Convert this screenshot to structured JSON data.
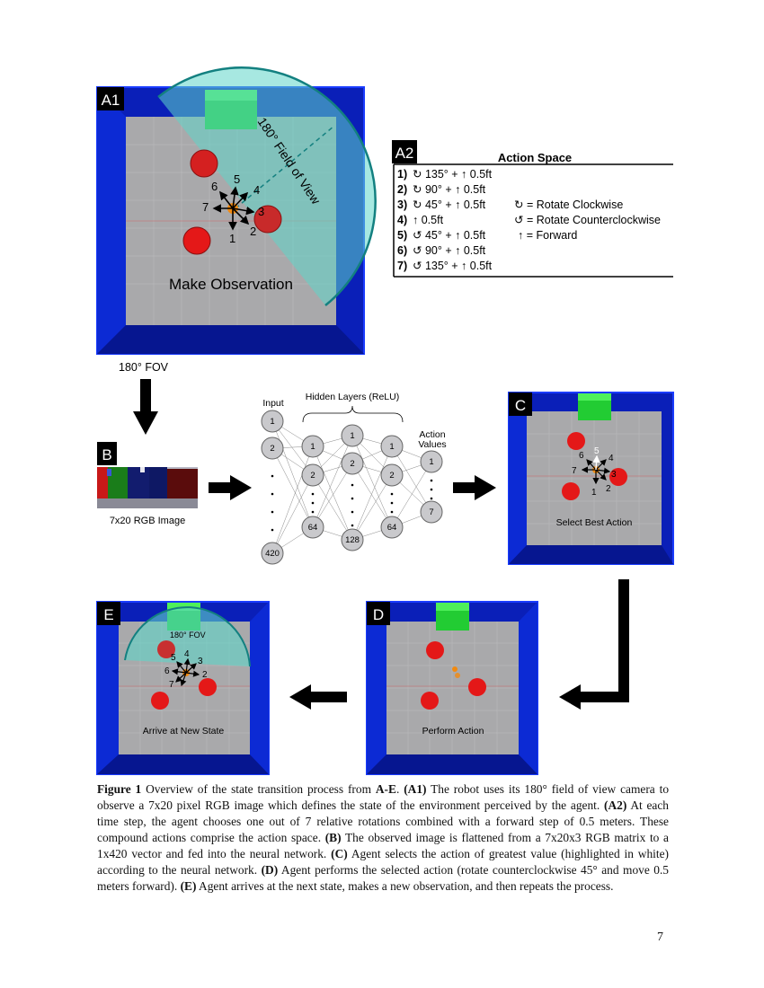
{
  "panels": {
    "a1": {
      "tag": "A1",
      "fov_label": "180° Field of View",
      "caption": "Make Observation",
      "action_numbers": [
        "1",
        "2",
        "3",
        "4",
        "5",
        "6",
        "7"
      ]
    },
    "a2": {
      "tag": "A2",
      "title": "Action Space",
      "actions": [
        {
          "num": "1)",
          "text": "↻ 135° + ↑ 0.5ft"
        },
        {
          "num": "2)",
          "text": "↻ 90° + ↑ 0.5ft"
        },
        {
          "num": "3)",
          "text": "↻ 45° + ↑ 0.5ft"
        },
        {
          "num": "4)",
          "text": "↑ 0.5ft"
        },
        {
          "num": "5)",
          "text": "↺ 45° + ↑ 0.5ft"
        },
        {
          "num": "6)",
          "text": "↺ 90° + ↑ 0.5ft"
        },
        {
          "num": "7)",
          "text": "↺ 135° + ↑ 0.5ft"
        }
      ],
      "legend": [
        "↻ = Rotate Clockwise",
        "↺ = Rotate Counterclockwise",
        "↑ = Forward"
      ]
    },
    "fov_arrow_label": "180° FOV",
    "b": {
      "tag": "B",
      "caption": "7x20 RGB Image"
    },
    "nn": {
      "input_label": "Input",
      "hidden_label": "Hidden Layers (ReLU)",
      "output_label_1": "Action",
      "output_label_2": "Values",
      "input_nodes": [
        "1",
        "2",
        "420"
      ],
      "hidden1_nodes": [
        "1",
        "2",
        "64"
      ],
      "hidden2_nodes": [
        "1",
        "2",
        "128"
      ],
      "hidden3_nodes": [
        "1",
        "2",
        "64"
      ],
      "output_nodes": [
        "1",
        "7"
      ]
    },
    "c": {
      "tag": "C",
      "caption": "Select Best Action"
    },
    "d": {
      "tag": "D",
      "caption": "Perform Action"
    },
    "e": {
      "tag": "E",
      "caption": "Arrive at New State",
      "fov_label": "180° FOV"
    }
  },
  "caption": {
    "fig_label": "Figure 1",
    "t1": " Overview of the state transition process from ",
    "ae": "A-E",
    "t2": ". ",
    "a1": "(A1)",
    "t3": " The robot uses its 180° field of view camera to observe a 7x20 pixel RGB image which defines the state of the environment perceived by the agent. ",
    "a2": "(A2)",
    "t4": " At each time step, the agent chooses one out of 7 relative rotations combined with a forward step of 0.5 meters. These compound actions comprise the action space. ",
    "b": "(B)",
    "t5": " The observed image is flattened from a 7x20x3 RGB matrix to a 1x420 vector and fed into the neural network. ",
    "c": "(C)",
    "t6": " Agent selects the action of greatest value (highlighted in white) according to the neural network. ",
    "d": "(D)",
    "t7": " Agent performs the selected action (rotate counterclockwise 45° and move 0.5 meters forward). ",
    "e": "(E)",
    "t8": " Agent arrives at the next state, makes a new observation, and then repeats the process."
  },
  "page_number": "7"
}
